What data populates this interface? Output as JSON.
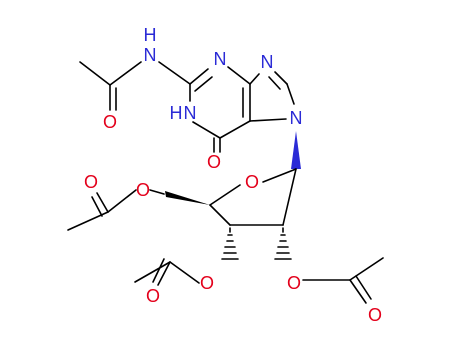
{
  "molecule": {
    "atoms": {
      "n_amide": "N",
      "h_amide": "H",
      "o_amide": "O",
      "n1": "N",
      "h1": "H",
      "n3": "N",
      "n9": "N",
      "n7": "N",
      "o6": "O",
      "o_ring": "O",
      "o_ester1": "O",
      "o_carbonyl1": "O",
      "o_ester2": "O",
      "o_carbonyl2": "O",
      "o_ester3": "O",
      "o_carbonyl3": "O"
    },
    "colors": {
      "carbon_bonds": "#000000",
      "oxygen": "#e3001b",
      "nitrogen": "#2b2bd6"
    }
  }
}
